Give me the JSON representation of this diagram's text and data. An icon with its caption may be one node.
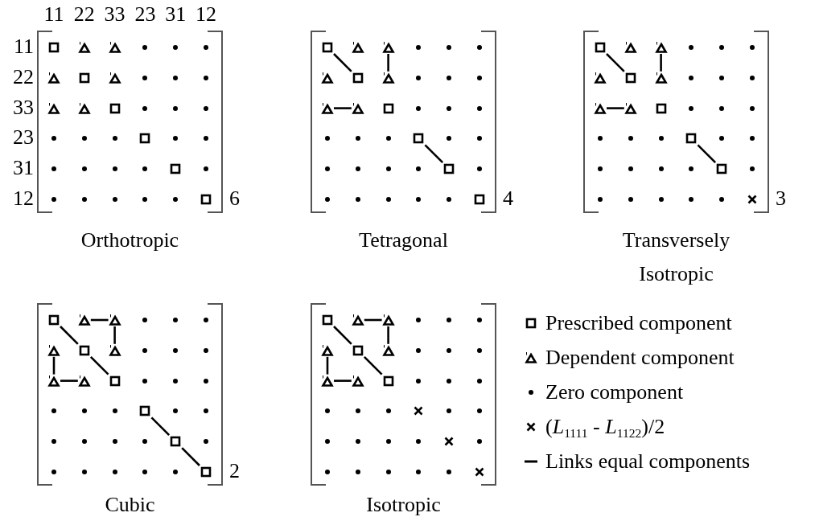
{
  "diagram": {
    "nodes": [
      {
        "text": [
          "Orthotropic"
        ],
        "beside": [
          "6"
        ]
      },
      {
        "text": [],
        "shape": "box",
        "in": 0
      },
      {
        "text": [],
        "shape": "triangle",
        "in": 0
      },
      {
        "text": [],
        "shape": "triangle",
        "in": 0
      },
      {
        "text": [],
        "shape": "dot",
        "in": 0
      },
      {
        "text": [],
        "shape": "dot",
        "in": 0
      },
      {
        "text": [],
        "shape": "dot",
        "in": 0
      },
      {
        "text": [],
        "shape": "triangle",
        "in": 0
      },
      {
        "text": [],
        "shape": "box",
        "in": 0
      },
      {
        "text": [],
        "shape": "triangle",
        "in": 0
      },
      {
        "text": [],
        "shape": "dot",
        "in": 0
      },
      {
        "text": [],
        "shape": "dot",
        "in": 0
      },
      {
        "text": [],
        "shape": "dot",
        "in": 0
      },
      {
        "text": [],
        "shape": "triangle",
        "in": 0
      },
      {
        "text": [],
        "shape": "triangle",
        "in": 0
      },
      {
        "text": [],
        "shape": "box",
        "in": 0
      },
      {
        "text": [],
        "shape": "dot",
        "in": 0
      },
      {
        "text": [],
        "shape": "dot",
        "in": 0
      },
      {
        "text": [],
        "shape": "dot",
        "in": 0
      },
      {
        "text": [],
        "shape": "dot",
        "in": 0
      },
      {
        "text": [],
        "shape": "dot",
        "in": 0
      },
      {
        "text": [],
        "shape": "dot",
        "in": 0
      },
      {
        "text": [],
        "shape": "box",
        "in": 0
      },
      {
        "text": [],
        "shape": "dot",
        "in": 0
      },
      {
        "text": [],
        "shape": "dot",
        "in": 0
      },
      {
        "text": [],
        "shape": "dot",
        "in": 0
      },
      {
        "text": [],
        "shape": "dot",
        "in": 0
      },
      {
        "text": [],
        "shape": "dot",
        "in": 0
      },
      {
        "text": [],
        "shape": "dot",
        "in": 0
      },
      {
        "text": [],
        "shape": "box",
        "in": 0
      },
      {
        "text": [],
        "shape": "dot",
        "in": 0
      },
      {
        "text": [],
        "shape": "dot",
        "in": 0
      },
      {
        "text": [],
        "shape": "dot",
        "in": 0
      },
      {
        "text": [],
        "shape": "dot",
        "in": 0
      },
      {
        "text": [],
        "shape": "dot",
        "in": 0
      },
      {
        "text": [],
        "shape": "dot",
        "in": 0
      },
      {
        "text": [],
        "shape": "box",
        "in": 0
      },
      {
        "text": [
          "Tetragonal"
        ],
        "beside": [
          "4"
        ]
      },
      {
        "text": [],
        "shape": "box",
        "in": 37
      },
      {
        "text": [],
        "shape": "triangle",
        "in": 37
      },
      {
        "text": [],
        "shape": "triangle",
        "in": 37
      },
      {
        "text": [],
        "shape": "dot",
        "in": 37
      },
      {
        "text": [],
        "shape": "dot",
        "in": 37
      },
      {
        "text": [],
        "shape": "dot",
        "in": 37
      },
      {
        "text": [],
        "shape": "triangle",
        "in": 37
      },
      {
        "text": [],
        "shape": "box",
        "in": 37
      },
      {
        "text": [],
        "shape": "triangle",
        "in": 37
      },
      {
        "text": [],
        "shape": "dot",
        "in": 37
      },
      {
        "text": [],
        "shape": "dot",
        "in": 37
      },
      {
        "text": [],
        "shape": "dot",
        "in": 37
      },
      {
        "text": [],
        "shape": "triangle",
        "in": 37
      },
      {
        "text": [],
        "shape": "triangle",
        "in": 37
      },
      {
        "text": [],
        "shape": "box",
        "in": 37
      },
      {
        "text": [],
        "shape": "dot",
        "in": 37
      },
      {
        "text": [],
        "shape": "dot",
        "in": 37
      },
      {
        "text": [],
        "shape": "dot",
        "in": 37
      },
      {
        "text": [],
        "shape": "dot",
        "in": 37
      },
      {
        "text": [],
        "shape": "dot",
        "in": 37
      },
      {
        "text": [],
        "shape": "dot",
        "in": 37
      },
      {
        "text": [],
        "shape": "box",
        "in": 37
      },
      {
        "text": [],
        "shape": "dot",
        "in": 37
      },
      {
        "text": [],
        "shape": "dot",
        "in": 37
      },
      {
        "text": [],
        "shape": "dot",
        "in": 37
      },
      {
        "text": [],
        "shape": "dot",
        "in": 37
      },
      {
        "text": [],
        "shape": "dot",
        "in": 37
      },
      {
        "text": [],
        "shape": "dot",
        "in": 37
      },
      {
        "text": [],
        "shape": "box",
        "in": 37
      },
      {
        "text": [],
        "shape": "dot",
        "in": 37
      },
      {
        "text": [],
        "shape": "dot",
        "in": 37
      },
      {
        "text": [],
        "shape": "dot",
        "in": 37
      },
      {
        "text": [],
        "shape": "dot",
        "in": 37
      },
      {
        "text": [],
        "shape": "dot",
        "in": 37
      },
      {
        "text": [],
        "shape": "dot",
        "in": 37
      },
      {
        "text": [],
        "shape": "box",
        "in": 37
      },
      {
        "text": [
          "Transversely Isotropic"
        ],
        "beside": [
          "3"
        ]
      },
      {
        "text": [],
        "shape": "box",
        "in": 74
      },
      {
        "text": [],
        "shape": "triangle",
        "in": 74
      },
      {
        "text": [],
        "shape": "triangle",
        "in": 74
      },
      {
        "text": [],
        "shape": "dot",
        "in": 74
      },
      {
        "text": [],
        "shape": "dot",
        "in": 74
      },
      {
        "text": [],
        "shape": "dot",
        "in": 74
      },
      {
        "text": [],
        "shape": "triangle",
        "in": 74
      },
      {
        "text": [],
        "shape": "box",
        "in": 74
      },
      {
        "text": [],
        "shape": "triangle",
        "in": 74
      },
      {
        "text": [],
        "shape": "dot",
        "in": 74
      },
      {
        "text": [],
        "shape": "dot",
        "in": 74
      },
      {
        "text": [],
        "shape": "dot",
        "in": 74
      },
      {
        "text": [],
        "shape": "triangle",
        "in": 74
      },
      {
        "text": [],
        "shape": "triangle",
        "in": 74
      },
      {
        "text": [],
        "shape": "box",
        "in": 74
      },
      {
        "text": [],
        "shape": "dot",
        "in": 74
      },
      {
        "text": [],
        "shape": "dot",
        "in": 74
      },
      {
        "text": [],
        "shape": "dot",
        "in": 74
      },
      {
        "text": [],
        "shape": "dot",
        "in": 74
      },
      {
        "text": [],
        "shape": "dot",
        "in": 74
      },
      {
        "text": [],
        "shape": "dot",
        "in": 74
      },
      {
        "text": [],
        "shape": "box",
        "in": 74
      },
      {
        "text": [],
        "shape": "dot",
        "in": 74
      },
      {
        "text": [],
        "shape": "dot",
        "in": 74
      },
      {
        "text": [],
        "shape": "dot",
        "in": 74
      },
      {
        "text": [],
        "shape": "dot",
        "in": 74
      },
      {
        "text": [],
        "shape": "dot",
        "in": 74
      },
      {
        "text": [],
        "shape": "dot",
        "in": 74
      },
      {
        "text": [],
        "shape": "box",
        "in": 74
      },
      {
        "text": [],
        "shape": "dot",
        "in": 74
      },
      {
        "text": [],
        "shape": "dot",
        "in": 74
      },
      {
        "text": [],
        "shape": "dot",
        "in": 74
      },
      {
        "text": [],
        "shape": "dot",
        "in": 74
      },
      {
        "text": [],
        "shape": "dot",
        "in": 74
      },
      {
        "text": [],
        "shape": "dot",
        "in": 74
      },
      {
        "text": [],
        "shape": "cross",
        "in": 74
      },
      {
        "text": [
          "Cubic"
        ],
        "beside": [
          "2"
        ]
      },
      {
        "text": [],
        "shape": "box",
        "in": 111
      },
      {
        "text": [],
        "shape": "triangle",
        "in": 111
      },
      {
        "text": [],
        "shape": "triangle",
        "in": 111
      },
      {
        "text": [],
        "shape": "dot",
        "in": 111
      },
      {
        "text": [],
        "shape": "dot",
        "in": 111
      },
      {
        "text": [],
        "shape": "dot",
        "in": 111
      },
      {
        "text": [],
        "shape": "triangle",
        "in": 111
      },
      {
        "text": [],
        "shape": "box",
        "in": 111
      },
      {
        "text": [],
        "shape": "triangle",
        "in": 111
      },
      {
        "text": [],
        "shape": "dot",
        "in": 111
      },
      {
        "text": [],
        "shape": "dot",
        "in": 111
      },
      {
        "text": [],
        "shape": "dot",
        "in": 111
      },
      {
        "text": [],
        "shape": "triangle",
        "in": 111
      },
      {
        "text": [],
        "shape": "triangle",
        "in": 111
      },
      {
        "text": [],
        "shape": "box",
        "in": 111
      },
      {
        "text": [],
        "shape": "dot",
        "in": 111
      },
      {
        "text": [],
        "shape": "dot",
        "in": 111
      },
      {
        "text": [],
        "shape": "dot",
        "in": 111
      },
      {
        "text": [],
        "shape": "dot",
        "in": 111
      },
      {
        "text": [],
        "shape": "dot",
        "in": 111
      },
      {
        "text": [],
        "shape": "dot",
        "in": 111
      },
      {
        "text": [],
        "shape": "box",
        "in": 111
      },
      {
        "text": [],
        "shape": "dot",
        "in": 111
      },
      {
        "text": [],
        "shape": "dot",
        "in": 111
      },
      {
        "text": [],
        "shape": "dot",
        "in": 111
      },
      {
        "text": [],
        "shape": "dot",
        "in": 111
      },
      {
        "text": [],
        "shape": "dot",
        "in": 111
      },
      {
        "text": [],
        "shape": "dot",
        "in": 111
      },
      {
        "text": [],
        "shape": "box",
        "in": 111
      },
      {
        "text": [],
        "shape": "dot",
        "in": 111
      },
      {
        "text": [],
        "shape": "dot",
        "in": 111
      },
      {
        "text": [],
        "shape": "dot",
        "in": 111
      },
      {
        "text": [],
        "shape": "dot",
        "in": 111
      },
      {
        "text": [],
        "shape": "dot",
        "in": 111
      },
      {
        "text": [],
        "shape": "dot",
        "in": 111
      },
      {
        "text": [],
        "shape": "box",
        "in": 111
      },
      {
        "text": [
          "Isotropic"
        ]
      },
      {
        "text": [],
        "shape": "box",
        "in": 148
      },
      {
        "text": [],
        "shape": "triangle",
        "in": 148
      },
      {
        "text": [],
        "shape": "triangle",
        "in": 148
      },
      {
        "text": [],
        "shape": "dot",
        "in": 148
      },
      {
        "text": [],
        "shape": "dot",
        "in": 148
      },
      {
        "text": [],
        "shape": "dot",
        "in": 148
      },
      {
        "text": [],
        "shape": "triangle",
        "in": 148
      },
      {
        "text": [],
        "shape": "box",
        "in": 148
      },
      {
        "text": [],
        "shape": "triangle",
        "in": 148
      },
      {
        "text": [],
        "shape": "dot",
        "in": 148
      },
      {
        "text": [],
        "shape": "dot",
        "in": 148
      },
      {
        "text": [],
        "shape": "dot",
        "in": 148
      },
      {
        "text": [],
        "shape": "triangle",
        "in": 148
      },
      {
        "text": [],
        "shape": "triangle",
        "in": 148
      },
      {
        "text": [],
        "shape": "box",
        "in": 148
      },
      {
        "text": [],
        "shape": "dot",
        "in": 148
      },
      {
        "text": [],
        "shape": "dot",
        "in": 148
      },
      {
        "text": [],
        "shape": "dot",
        "in": 148
      },
      {
        "text": [],
        "shape": "dot",
        "in": 148
      },
      {
        "text": [],
        "shape": "dot",
        "in": 148
      },
      {
        "text": [],
        "shape": "dot",
        "in": 148
      },
      {
        "text": [],
        "shape": "cross",
        "in": 148
      },
      {
        "text": [],
        "shape": "dot",
        "in": 148
      },
      {
        "text": [],
        "shape": "dot",
        "in": 148
      },
      {
        "text": [],
        "shape": "dot",
        "in": 148
      },
      {
        "text": [],
        "shape": "dot",
        "in": 148
      },
      {
        "text": [],
        "shape": "dot",
        "in": 148
      },
      {
        "text": [],
        "shape": "dot",
        "in": 148
      },
      {
        "text": [],
        "shape": "cross",
        "in": 148
      },
      {
        "text": [],
        "shape": "dot",
        "in": 148
      },
      {
        "text": [],
        "shape": "dot",
        "in": 148
      },
      {
        "text": [],
        "shape": "dot",
        "in": 148
      },
      {
        "text": [],
        "shape": "dot",
        "in": 148
      },
      {
        "text": [],
        "shape": "dot",
        "in": 148
      },
      {
        "text": [],
        "shape": "dot",
        "in": 148
      },
      {
        "text": [],
        "shape": "cross",
        "in": 148
      }
    ],
    "edges": [
      {
        "from": 38,
        "to": 45,
        "arrow": "none"
      },
      {
        "from": 40,
        "to": 46,
        "arrow": "none"
      },
      {
        "from": 50,
        "to": 51,
        "arrow": "none"
      },
      {
        "from": 59,
        "to": 66,
        "arrow": "none"
      },
      {
        "from": 75,
        "to": 82,
        "arrow": "none"
      },
      {
        "from": 77,
        "to": 83,
        "arrow": "none"
      },
      {
        "from": 87,
        "to": 88,
        "arrow": "none"
      },
      {
        "from": 96,
        "to": 103,
        "arrow": "none"
      },
      {
        "from": 112,
        "to": 119,
        "arrow": "none"
      },
      {
        "from": 119,
        "to": 126,
        "arrow": "none"
      },
      {
        "from": 113,
        "to": 114,
        "arrow": "none"
      },
      {
        "from": 114,
        "to": 120,
        "arrow": "none"
      },
      {
        "from": 118,
        "to": 124,
        "arrow": "none"
      },
      {
        "from": 124,
        "to": 125,
        "arrow": "none"
      },
      {
        "from": 133,
        "to": 140,
        "arrow": "none"
      },
      {
        "from": 140,
        "to": 147,
        "arrow": "none"
      },
      {
        "from": 149,
        "to": 156,
        "arrow": "none"
      },
      {
        "from": 156,
        "to": 163,
        "arrow": "none"
      },
      {
        "from": 150,
        "to": 151,
        "arrow": "none"
      },
      {
        "from": 151,
        "to": 157,
        "arrow": "none"
      },
      {
        "from": 155,
        "to": 161,
        "arrow": "none"
      },
      {
        "from": 161,
        "to": 162,
        "arrow": "none"
      }
    ],
    "labels": [
      "11",
      "22",
      "33",
      "23",
      "31",
      "12",
      "11",
      "22",
      "33",
      "23",
      "31",
      "12"
    ],
    "legend": [
      {
        "text": "Prescribed component"
      },
      {
        "text": "Dependent component"
      },
      {
        "text": "Zero component"
      },
      {
        "text": "(*L*$_{1111}$ - *L*$_{1122}$)/2"
      },
      {
        "text": "Links equal components"
      }
    ]
  }
}
